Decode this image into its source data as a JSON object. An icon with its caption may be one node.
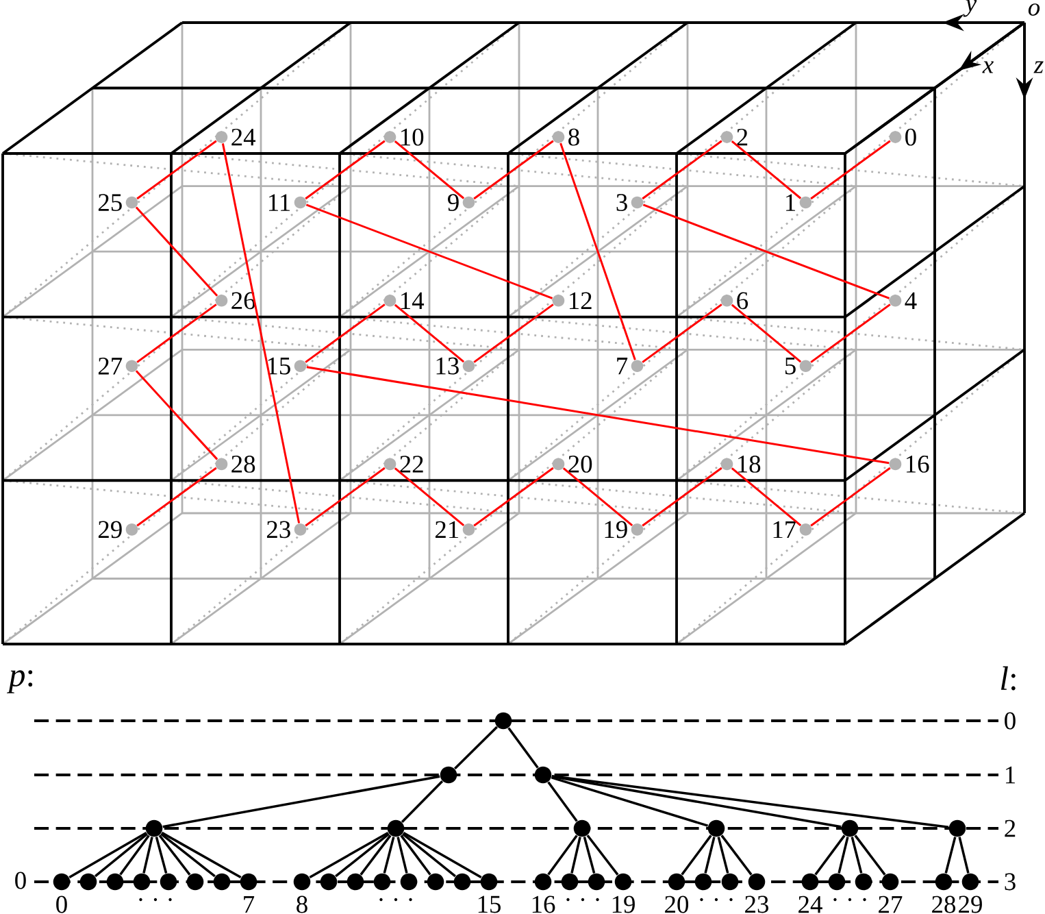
{
  "diagram": {
    "nodes": [
      {
        "text": [],
        "shape": "circle",
        "beside": [
          "0"
        ]
      },
      {
        "text": [],
        "shape": "circle",
        "beside": [
          "1"
        ]
      },
      {
        "text": [],
        "shape": "circle",
        "beside": [
          "2"
        ]
      },
      {
        "text": [],
        "shape": "circle",
        "beside": [
          "3"
        ]
      },
      {
        "text": [],
        "shape": "circle",
        "beside": [
          "4"
        ]
      },
      {
        "text": [],
        "shape": "circle",
        "beside": [
          "5"
        ]
      },
      {
        "text": [],
        "shape": "circle",
        "beside": [
          "6"
        ]
      },
      {
        "text": [],
        "shape": "circle",
        "beside": [
          "7"
        ]
      },
      {
        "text": [],
        "shape": "circle",
        "beside": [
          "8"
        ]
      },
      {
        "text": [],
        "shape": "circle",
        "beside": [
          "9"
        ]
      },
      {
        "text": [],
        "shape": "circle",
        "beside": [
          "10"
        ]
      },
      {
        "text": [],
        "shape": "circle",
        "beside": [
          "11"
        ]
      },
      {
        "text": [],
        "shape": "circle",
        "beside": [
          "12"
        ]
      },
      {
        "text": [],
        "shape": "circle",
        "beside": [
          "13"
        ]
      },
      {
        "text": [],
        "shape": "circle",
        "beside": [
          "14"
        ]
      },
      {
        "text": [],
        "shape": "circle",
        "beside": [
          "15"
        ]
      },
      {
        "text": [],
        "shape": "circle",
        "beside": [
          "16"
        ]
      },
      {
        "text": [],
        "shape": "circle",
        "beside": [
          "17"
        ]
      },
      {
        "text": [],
        "shape": "circle",
        "beside": [
          "18"
        ]
      },
      {
        "text": [],
        "shape": "circle",
        "beside": [
          "19"
        ]
      },
      {
        "text": [],
        "shape": "circle",
        "beside": [
          "20"
        ]
      },
      {
        "text": [],
        "shape": "circle",
        "beside": [
          "21"
        ]
      },
      {
        "text": [],
        "shape": "circle",
        "beside": [
          "22"
        ]
      },
      {
        "text": [],
        "shape": "circle",
        "beside": [
          "23"
        ]
      },
      {
        "text": [],
        "shape": "circle",
        "beside": [
          "24"
        ]
      },
      {
        "text": [],
        "shape": "circle",
        "beside": [
          "25"
        ]
      },
      {
        "text": [],
        "shape": "circle",
        "beside": [
          "26"
        ]
      },
      {
        "text": [],
        "shape": "circle",
        "beside": [
          "27"
        ]
      },
      {
        "text": [],
        "shape": "circle",
        "beside": [
          "28"
        ]
      },
      {
        "text": [],
        "shape": "circle",
        "beside": [
          "29"
        ]
      },
      {
        "text": [],
        "shape": "circle"
      },
      {
        "text": [],
        "shape": "circle"
      },
      {
        "text": [],
        "shape": "circle"
      },
      {
        "text": [],
        "shape": "circle"
      },
      {
        "text": [],
        "shape": "circle"
      },
      {
        "text": [],
        "shape": "circle"
      },
      {
        "text": [],
        "shape": "circle"
      },
      {
        "text": [],
        "shape": "circle"
      },
      {
        "text": [],
        "shape": "circle"
      },
      {
        "text": [],
        "shape": "circle",
        "beside": [
          "0"
        ]
      },
      {
        "text": [],
        "shape": "circle"
      },
      {
        "text": [],
        "shape": "circle"
      },
      {
        "text": [],
        "shape": "circle"
      },
      {
        "text": [],
        "shape": "circle"
      },
      {
        "text": [],
        "shape": "circle"
      },
      {
        "text": [],
        "shape": "circle"
      },
      {
        "text": [],
        "shape": "circle",
        "beside": [
          "7"
        ]
      },
      {
        "text": [],
        "shape": "circle",
        "beside": [
          "8"
        ]
      },
      {
        "text": [],
        "shape": "circle"
      },
      {
        "text": [],
        "shape": "circle"
      },
      {
        "text": [],
        "shape": "circle"
      },
      {
        "text": [],
        "shape": "circle"
      },
      {
        "text": [],
        "shape": "circle"
      },
      {
        "text": [],
        "shape": "circle"
      },
      {
        "text": [],
        "shape": "circle",
        "beside": [
          "15"
        ]
      },
      {
        "text": [],
        "shape": "circle",
        "beside": [
          "16"
        ]
      },
      {
        "text": [],
        "shape": "circle"
      },
      {
        "text": [],
        "shape": "circle"
      },
      {
        "text": [],
        "shape": "circle",
        "beside": [
          "19"
        ]
      },
      {
        "text": [],
        "shape": "circle",
        "beside": [
          "20"
        ]
      },
      {
        "text": [],
        "shape": "circle"
      },
      {
        "text": [],
        "shape": "circle"
      },
      {
        "text": [],
        "shape": "circle",
        "beside": [
          "23"
        ]
      },
      {
        "text": [],
        "shape": "circle",
        "beside": [
          "24"
        ]
      },
      {
        "text": [],
        "shape": "circle"
      },
      {
        "text": [],
        "shape": "circle"
      },
      {
        "text": [],
        "shape": "circle",
        "beside": [
          "27"
        ]
      },
      {
        "text": [],
        "shape": "circle",
        "beside": [
          "28"
        ]
      },
      {
        "text": [],
        "shape": "circle",
        "beside": [
          "29"
        ]
      }
    ],
    "edges": [
      {
        "from": 0,
        "to": 1,
        "arrow": "none",
        "color": "#ff0000"
      },
      {
        "from": 1,
        "to": 2,
        "arrow": "none",
        "color": "#ff0000"
      },
      {
        "from": 2,
        "to": 3,
        "arrow": "none",
        "color": "#ff0000"
      },
      {
        "from": 3,
        "to": 4,
        "arrow": "none",
        "color": "#ff0000"
      },
      {
        "from": 4,
        "to": 5,
        "arrow": "none",
        "color": "#ff0000"
      },
      {
        "from": 5,
        "to": 6,
        "arrow": "none",
        "color": "#ff0000"
      },
      {
        "from": 6,
        "to": 7,
        "arrow": "none",
        "color": "#ff0000"
      },
      {
        "from": 7,
        "to": 8,
        "arrow": "none",
        "color": "#ff0000"
      },
      {
        "from": 8,
        "to": 9,
        "arrow": "none",
        "color": "#ff0000"
      },
      {
        "from": 9,
        "to": 10,
        "arrow": "none",
        "color": "#ff0000"
      },
      {
        "from": 10,
        "to": 11,
        "arrow": "none",
        "color": "#ff0000"
      },
      {
        "from": 11,
        "to": 12,
        "arrow": "none",
        "color": "#ff0000"
      },
      {
        "from": 12,
        "to": 13,
        "arrow": "none",
        "color": "#ff0000"
      },
      {
        "from": 13,
        "to": 14,
        "arrow": "none",
        "color": "#ff0000"
      },
      {
        "from": 14,
        "to": 15,
        "arrow": "none",
        "color": "#ff0000"
      },
      {
        "from": 15,
        "to": 16,
        "arrow": "none",
        "color": "#ff0000"
      },
      {
        "from": 16,
        "to": 17,
        "arrow": "none",
        "color": "#ff0000"
      },
      {
        "from": 17,
        "to": 18,
        "arrow": "none",
        "color": "#ff0000"
      },
      {
        "from": 18,
        "to": 19,
        "arrow": "none",
        "color": "#ff0000"
      },
      {
        "from": 19,
        "to": 20,
        "arrow": "none",
        "color": "#ff0000"
      },
      {
        "from": 20,
        "to": 21,
        "arrow": "none",
        "color": "#ff0000"
      },
      {
        "from": 21,
        "to": 22,
        "arrow": "none",
        "color": "#ff0000"
      },
      {
        "from": 22,
        "to": 23,
        "arrow": "none",
        "color": "#ff0000"
      },
      {
        "from": 23,
        "to": 24,
        "arrow": "none",
        "color": "#ff0000"
      },
      {
        "from": 24,
        "to": 25,
        "arrow": "none",
        "color": "#ff0000"
      },
      {
        "from": 25,
        "to": 26,
        "arrow": "none",
        "color": "#ff0000"
      },
      {
        "from": 26,
        "to": 27,
        "arrow": "none",
        "color": "#ff0000"
      },
      {
        "from": 27,
        "to": 28,
        "arrow": "none",
        "color": "#ff0000"
      },
      {
        "from": 28,
        "to": 29,
        "arrow": "none",
        "color": "#ff0000"
      },
      {
        "from": 30,
        "to": 31,
        "arrow": "none"
      },
      {
        "from": 30,
        "to": 32,
        "arrow": "none"
      },
      {
        "from": 31,
        "to": 33,
        "arrow": "none"
      },
      {
        "from": 31,
        "to": 34,
        "arrow": "none"
      },
      {
        "from": 32,
        "to": 35,
        "arrow": "none"
      },
      {
        "from": 32,
        "to": 36,
        "arrow": "none"
      },
      {
        "from": 32,
        "to": 37,
        "arrow": "none"
      },
      {
        "from": 32,
        "to": 38,
        "arrow": "none"
      },
      {
        "from": 33,
        "to": 39,
        "arrow": "none"
      },
      {
        "from": 33,
        "to": 40,
        "arrow": "none"
      },
      {
        "from": 33,
        "to": 41,
        "arrow": "none"
      },
      {
        "from": 33,
        "to": 42,
        "arrow": "none"
      },
      {
        "from": 33,
        "to": 43,
        "arrow": "none"
      },
      {
        "from": 33,
        "to": 44,
        "arrow": "none"
      },
      {
        "from": 33,
        "to": 45,
        "arrow": "none"
      },
      {
        "from": 33,
        "to": 46,
        "arrow": "none"
      },
      {
        "from": 34,
        "to": 47,
        "arrow": "none"
      },
      {
        "from": 34,
        "to": 48,
        "arrow": "none"
      },
      {
        "from": 34,
        "to": 49,
        "arrow": "none"
      },
      {
        "from": 34,
        "to": 50,
        "arrow": "none"
      },
      {
        "from": 34,
        "to": 51,
        "arrow": "none"
      },
      {
        "from": 34,
        "to": 52,
        "arrow": "none"
      },
      {
        "from": 34,
        "to": 53,
        "arrow": "none"
      },
      {
        "from": 34,
        "to": 54,
        "arrow": "none"
      },
      {
        "from": 35,
        "to": 55,
        "arrow": "none"
      },
      {
        "from": 35,
        "to": 56,
        "arrow": "none"
      },
      {
        "from": 35,
        "to": 57,
        "arrow": "none"
      },
      {
        "from": 35,
        "to": 58,
        "arrow": "none"
      },
      {
        "from": 36,
        "to": 59,
        "arrow": "none"
      },
      {
        "from": 36,
        "to": 60,
        "arrow": "none"
      },
      {
        "from": 36,
        "to": 61,
        "arrow": "none"
      },
      {
        "from": 36,
        "to": 62,
        "arrow": "none"
      },
      {
        "from": 37,
        "to": 63,
        "arrow": "none"
      },
      {
        "from": 37,
        "to": 64,
        "arrow": "none"
      },
      {
        "from": 37,
        "to": 65,
        "arrow": "none"
      },
      {
        "from": 37,
        "to": 66,
        "arrow": "none"
      },
      {
        "from": 38,
        "to": 67,
        "arrow": "none"
      },
      {
        "from": 38,
        "to": 68,
        "arrow": "none"
      }
    ],
    "labels": [
      "y",
      "o",
      "x",
      "z",
      "*p*:",
      "*l*:",
      "0",
      "1",
      "2",
      "0",
      "3",
      "· · ·",
      "· · ·",
      "· · ·",
      "· · ·",
      "· · ·"
    ]
  }
}
